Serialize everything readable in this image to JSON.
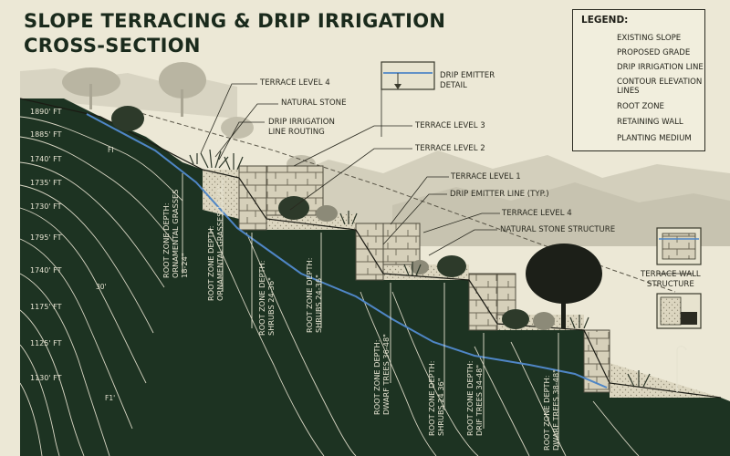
{
  "title": [
    "SLOPE TERRACING & DRIP IRRIGATION",
    "CROSS-SECTION"
  ],
  "legend": {
    "title": "LEGEND:",
    "items": [
      "EXISTING SLOPE",
      "PROPOSED GRADE",
      "DRIP IRRIGATION LINE",
      "CONTOUR ELEVATION LINES",
      "ROOT ZONE",
      "RETAINING WALL",
      "PLANTING MEDIUM"
    ]
  },
  "callouts": {
    "terrace_level_4_top": "TERRACE LEVEL 4",
    "natural_stone": "NATURAL STONE",
    "drip_irrigation_routing": [
      "DRIP IRRIGATION",
      "LINE ROUTING"
    ],
    "drip_emitter_detail": [
      "DRIP EMITTER",
      "DETAIL"
    ],
    "terrace_level_3": "TERRACE LEVEL 3",
    "terrace_level_2": "TERRACE LEVEL 2",
    "terrace_level_1": "TERRACE LEVEL 1",
    "drip_emitter_line": "DRIP EMITTER LINE (TYP.)",
    "terrace_level_4_lower": "TERRACE LEVEL 4",
    "natural_stone_structure": "NATURAL STONE STRUCTURE",
    "terrace_wall_structure": [
      "TERRACE WALL",
      "STRUCTURE"
    ]
  },
  "elevations": [
    "1890' FT",
    "1885' FT",
    "1740' FT",
    "1735' FT",
    "1730' FT",
    "1795' FT",
    "1740' FT",
    "1175' FT",
    "1125' FT",
    "1130' FT"
  ],
  "minor_labels": {
    "fi": "FI",
    "thirty": "30'",
    "f1": "F1'"
  },
  "root_zones": [
    [
      "ROOT ZONE DEPTH:",
      "ORNAMENTAL GRASSES",
      "18-24\""
    ],
    [
      "ROOT ZONE DEPTH:",
      "ORNAMENTAL GRASSES 18 24\""
    ],
    [
      "ROOT ZONE DEPTH:",
      "SHRUBS 24-36\""
    ],
    [
      "ROOT ZONE DEPTH:",
      "SHRUBS 24-36\""
    ],
    [
      "ROOT ZONE DEPTH:",
      "DWARF TREES 36-48\""
    ],
    [
      "ROOT ZONE DEPTH:",
      "SHRUBS 24 36\""
    ],
    [
      "ROOT ZONE DEPTH:",
      "DRIF TREES 34-48\""
    ],
    [
      "ROOT ZONE DEPTH:",
      "DWARF TREES 38-48\""
    ]
  ],
  "colors": {
    "paper": "#ece8d6",
    "ground": "#1d3322",
    "contour": "#d9d6c4",
    "stone": "#d8d2bd",
    "irrigation": "#4f86c6",
    "text": "#1a2a1c"
  }
}
